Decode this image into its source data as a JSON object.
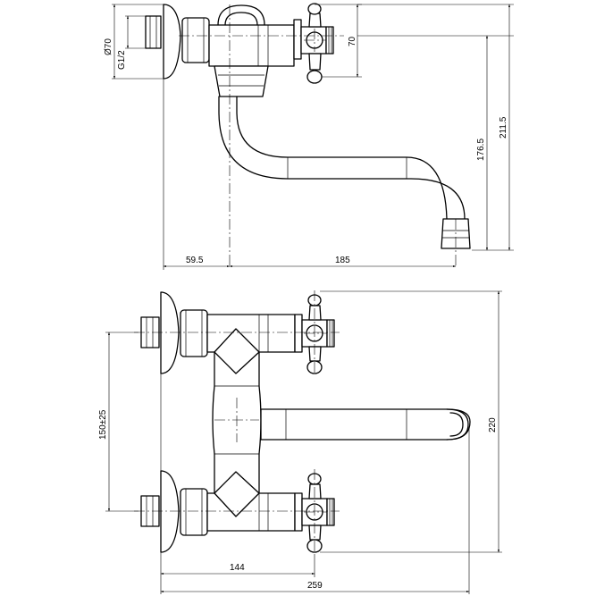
{
  "dimensions": {
    "flange_diameter": "Ø70",
    "thread": "G1/2",
    "height_flange": "70",
    "height_spout": "176.5",
    "height_total": "211.5",
    "wall_to_center": "59.5",
    "spout_reach": "185",
    "inlet_spacing": "150±25",
    "overall_height": "220",
    "projection_handles": "144",
    "overall_depth": "259"
  }
}
